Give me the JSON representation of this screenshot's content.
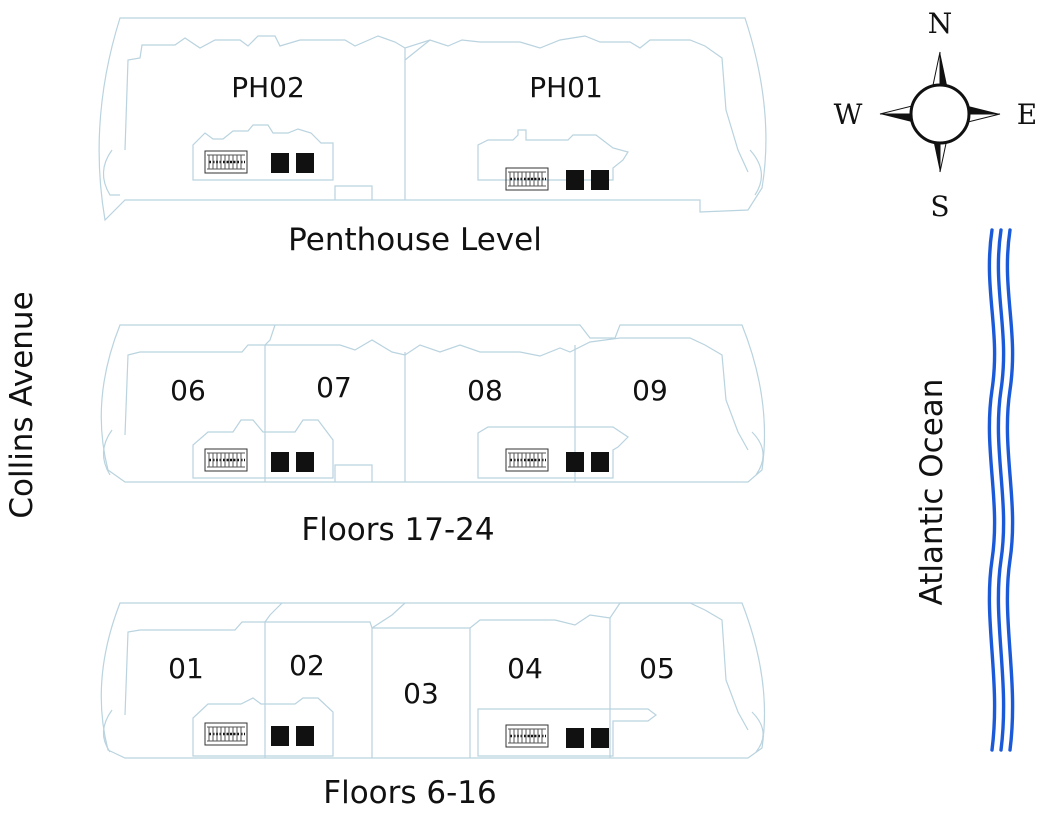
{
  "colors": {
    "outline": "#b9d3df",
    "ocean": "#1a5ad9",
    "text": "#111111"
  },
  "street_label": "Collins Avenue",
  "ocean_label": "Atlantic Ocean",
  "compass": {
    "north": "N",
    "south": "S",
    "east": "E",
    "west": "W"
  },
  "levels": [
    {
      "label": "Penthouse Level",
      "units": [
        "PH02",
        "PH01"
      ]
    },
    {
      "label": "Floors 17-24",
      "units": [
        "06",
        "07",
        "08",
        "09"
      ]
    },
    {
      "label": "Floors 6-16",
      "units": [
        "01",
        "02",
        "03",
        "04",
        "05"
      ]
    }
  ]
}
